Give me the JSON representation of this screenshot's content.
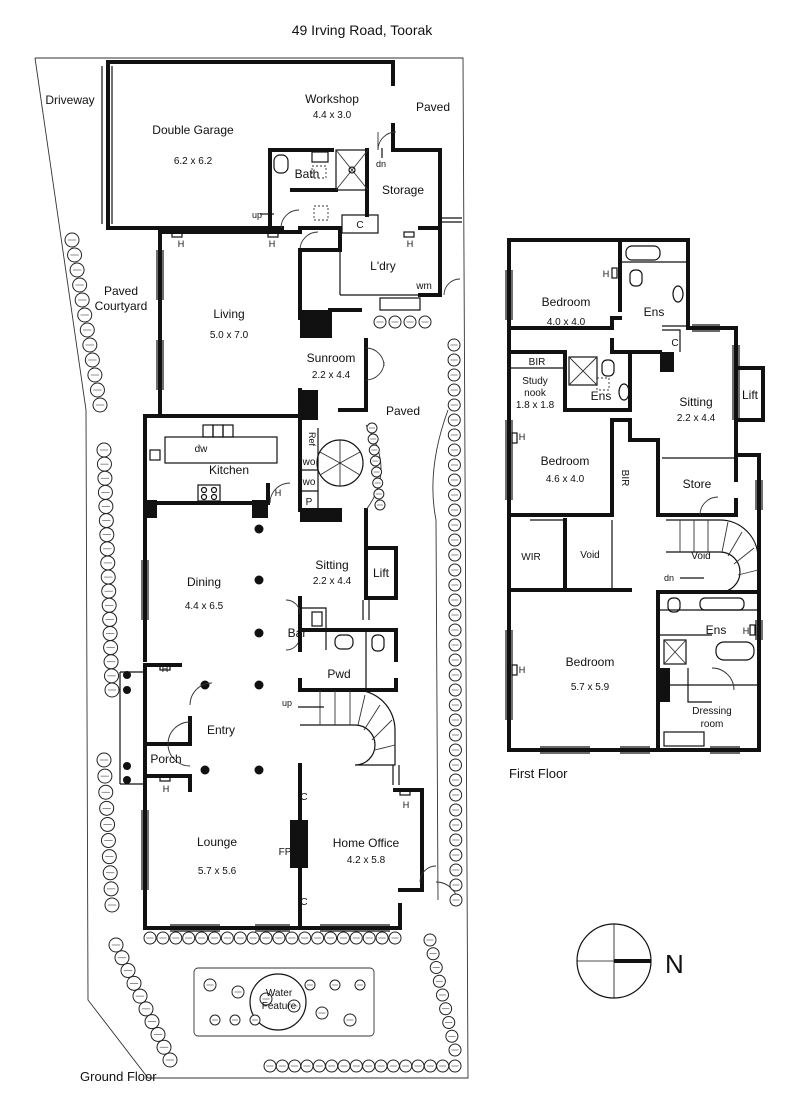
{
  "title": "49 Irving Road, Toorak",
  "ground_floor": {
    "label": "Ground Floor",
    "rooms": [
      {
        "name": "Double Garage",
        "size": "6.2 x 6.2"
      },
      {
        "name": "Workshop",
        "size": "4.4 x 3.0"
      },
      {
        "name": "Living",
        "size": "5.0 x 7.0"
      },
      {
        "name": "Sunroom",
        "size": "2.2 x 4.4"
      },
      {
        "name": "Sitting",
        "size": "2.2 x 4.4"
      },
      {
        "name": "Dining",
        "size": "4.4 x 6.5"
      },
      {
        "name": "Lounge",
        "size": "5.7 x 5.6"
      },
      {
        "name": "Home Office",
        "size": "4.2 x 5.8"
      }
    ],
    "labels": {
      "driveway": "Driveway",
      "paved_1": "Paved",
      "paved_2": "Paved",
      "paved_courtyard_1": "Paved",
      "paved_courtyard_2": "Courtyard",
      "bath": "Bath",
      "storage": "Storage",
      "laundry": "L'dry",
      "wm": "wm",
      "kitchen": "Kitchen",
      "dw": "dw",
      "ref": "Ref",
      "wo_1": "wo",
      "wo_2": "wo",
      "p": "P",
      "lift": "Lift",
      "bar": "Bar",
      "pwd": "Pwd",
      "entry": "Entry",
      "porch": "Porch",
      "fp": "FP",
      "c_1": "C",
      "c_2": "C",
      "c_3": "C",
      "up_1": "up",
      "up_2": "up",
      "dn": "dn",
      "water_feature_1": "Water",
      "water_feature_2": "Feature",
      "h": "H"
    }
  },
  "first_floor": {
    "label": "First Floor",
    "rooms": [
      {
        "name": "Bedroom",
        "size": "4.0 x 4.0"
      },
      {
        "name": "Bedroom",
        "size": "4.6 x 4.0"
      },
      {
        "name": "Bedroom",
        "size": "5.7 x 5.9"
      },
      {
        "name": "Sitting",
        "size": "2.2 x 4.4"
      }
    ],
    "labels": {
      "ens_1": "Ens",
      "ens_2": "Ens",
      "ens_3": "Ens",
      "bir_1": "BIR",
      "bir_2": "BIR",
      "study_1": "Study",
      "study_2": "nook",
      "study_size": "1.8 x 1.8",
      "c": "C",
      "lift": "Lift",
      "store": "Store",
      "wir": "WIR",
      "void_1": "Void",
      "void_2": "Void",
      "dn": "dn",
      "dressing_1": "Dressing",
      "dressing_2": "room",
      "h": "H"
    }
  },
  "compass": {
    "label": "N"
  }
}
